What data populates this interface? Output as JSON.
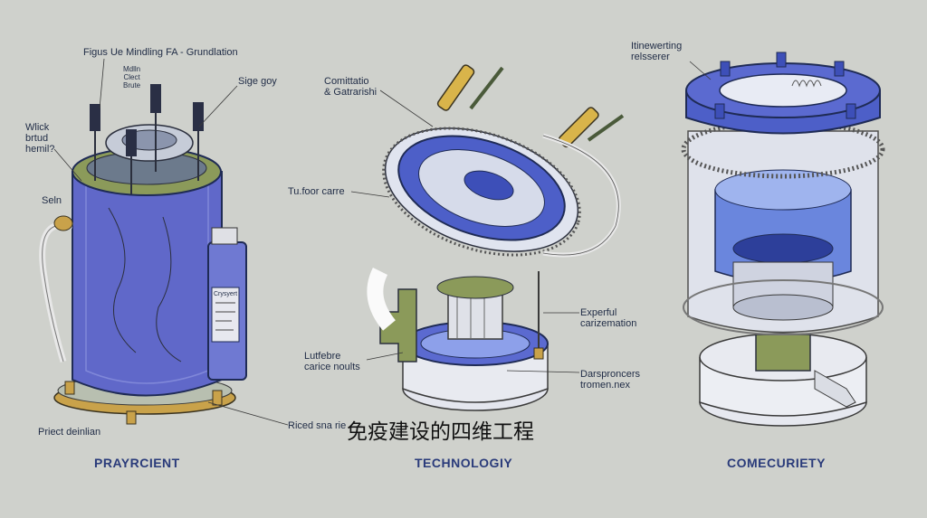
{
  "left": {
    "label_title": "Figus Ue Mindling FA - Grundlation",
    "label_stack": "Mdlln\nClect\nBrute",
    "label_sige": "Sige goy",
    "label_wick": "Wlick\nbrtud\nhemil?",
    "label_seln": "Seln",
    "label_priect": "Priect deinlian",
    "label_riced": "Riced sna rie",
    "plate": "Crysyert",
    "caption": "PRAYRCIENT"
  },
  "middle": {
    "label_comit": "Comittatio\n& Gatrarishi",
    "label_tufoor": "Tu.foor carre",
    "label_lutfebre": "Lutfebre\ncarice noults",
    "label_experful": "Experful\ncarizemation",
    "label_darsp": "Darsproncers\ntromen.nex",
    "caption": "TECHNOLOGIY"
  },
  "right": {
    "label_itin": "Itinewerting\nrelsserer",
    "caption": "COMECURIETY"
  },
  "overlay_text": "免疫建设的四维工程",
  "colors": {
    "background": "#cfd1cc",
    "blue": "#5b63c8",
    "olive": "#8b9a5a",
    "gold": "#c9a24a"
  }
}
